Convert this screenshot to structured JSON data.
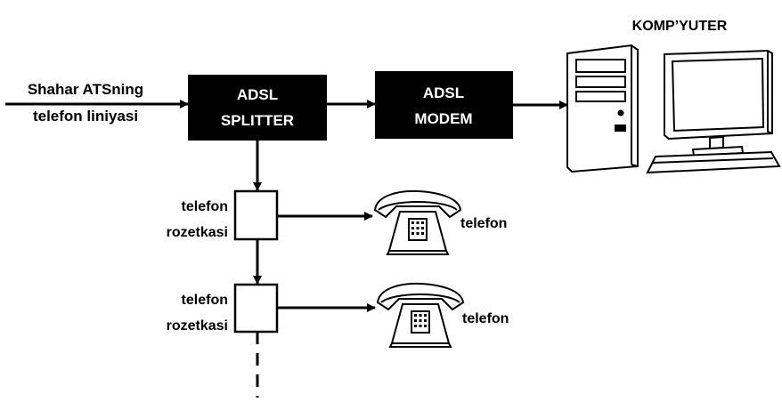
{
  "input_label": {
    "line1": "Shahar  ATSning",
    "line2": "telefon liniyasi"
  },
  "splitter": {
    "line1": "ADSL",
    "line2": "SPLITTER"
  },
  "modem": {
    "line1": "ADSL",
    "line2": "MODEM"
  },
  "computer": {
    "label": "KOMP’YUTER",
    "icon": "desktop-computer-icon"
  },
  "sockets": [
    {
      "line1": "telefon",
      "line2": "rozetkasi",
      "phone_label": "telefon",
      "phone_icon": "rotary-telephone-icon"
    },
    {
      "line1": "telefon",
      "line2": "rozetkasi",
      "phone_label": "telefon",
      "phone_icon": "rotary-telephone-icon"
    }
  ],
  "colors": {
    "block_fill": "#000000",
    "block_text": "#ffffff",
    "line": "#000000",
    "socket_fill": "#ffffff"
  }
}
